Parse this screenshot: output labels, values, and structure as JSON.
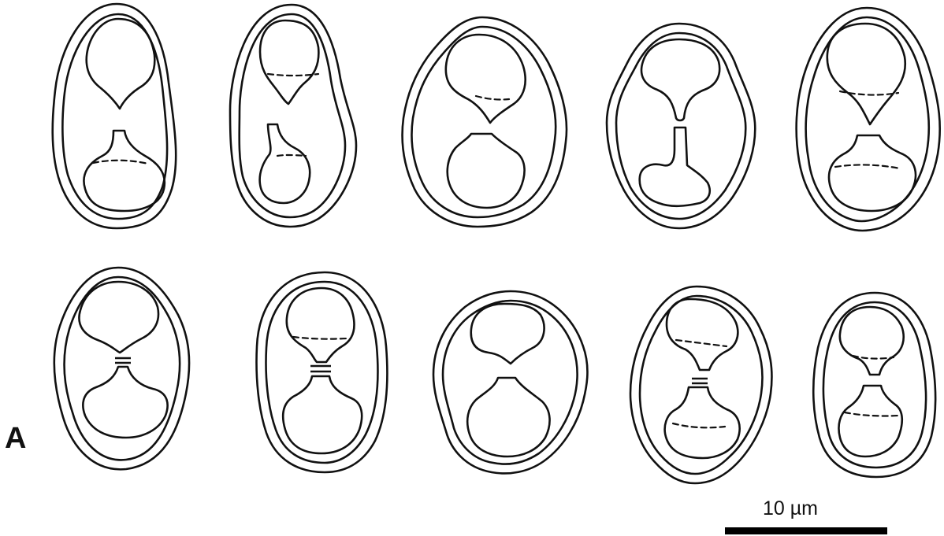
{
  "panel_label": "A",
  "scale": {
    "label": "10 µm"
  },
  "specimens": [
    {
      "id": "row1-1",
      "pore": "none",
      "upper_dash": false,
      "lower_dash": true
    },
    {
      "id": "row1-2",
      "pore": "none",
      "upper_dash": true,
      "lower_dash": true
    },
    {
      "id": "row1-3",
      "pore": "none",
      "upper_dash": true,
      "lower_dash": false
    },
    {
      "id": "row1-4",
      "pore": "canal",
      "upper_dash": false,
      "lower_dash": false
    },
    {
      "id": "row1-5",
      "pore": "none",
      "upper_dash": true,
      "lower_dash": true
    },
    {
      "id": "row2-1",
      "pore": "bars",
      "upper_dash": false,
      "lower_dash": false
    },
    {
      "id": "row2-2",
      "pore": "bars",
      "upper_dash": true,
      "lower_dash": false
    },
    {
      "id": "row2-3",
      "pore": "none",
      "upper_dash": false,
      "lower_dash": false
    },
    {
      "id": "row2-4",
      "pore": "bars",
      "upper_dash": true,
      "lower_dash": true
    },
    {
      "id": "row2-5",
      "pore": "none",
      "upper_dash": true,
      "lower_dash": true
    }
  ]
}
